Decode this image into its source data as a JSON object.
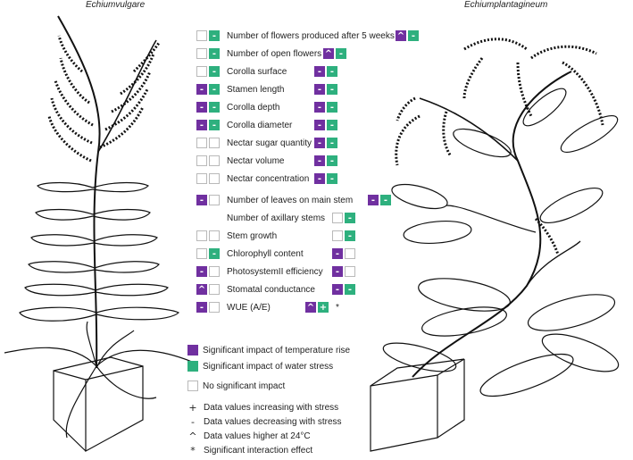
{
  "species": {
    "left": "Echiumvulgare",
    "right": "Echiumplantagineum"
  },
  "colors": {
    "temperature": "#7030a0",
    "water": "#2eb07e",
    "none": "#ffffff"
  },
  "traits": [
    {
      "label": "Number of flowers produced after 5 weeks",
      "left": [
        "",
        "w-"
      ],
      "right": [
        "t^",
        "w-"
      ]
    },
    {
      "label": "Number of open flowers",
      "left": [
        "",
        "w-"
      ],
      "right": [
        "t^",
        "w-"
      ]
    },
    {
      "label": "Corolla surface",
      "left": [
        "",
        "w-"
      ],
      "right": [
        "t-",
        "w-"
      ]
    },
    {
      "label": "Stamen length",
      "left": [
        "t-",
        "w-"
      ],
      "right": [
        "t-",
        "w-"
      ]
    },
    {
      "label": "Corolla depth",
      "left": [
        "t-",
        "w-"
      ],
      "right": [
        "t-",
        "w-"
      ]
    },
    {
      "label": "Corolla diameter",
      "left": [
        "t-",
        "w-"
      ],
      "right": [
        "t-",
        "w-"
      ]
    },
    {
      "label": "Nectar sugar quantity",
      "left": [
        "",
        ""
      ],
      "right": [
        "t-",
        "w-"
      ]
    },
    {
      "label": "Nectar volume",
      "left": [
        "",
        ""
      ],
      "right": [
        "t-",
        "w-"
      ]
    },
    {
      "label": "Nectar concentration",
      "left": [
        "",
        ""
      ],
      "right": [
        "t-",
        "w-"
      ]
    },
    {
      "label": "Number of leaves on main stem",
      "left": [
        "t-",
        ""
      ],
      "right": [
        "t-",
        "w-"
      ]
    },
    {
      "label": "Number of axillary stems",
      "left": null,
      "right": [
        "",
        "w-"
      ]
    },
    {
      "label": "Stem growth",
      "left": [
        "",
        ""
      ],
      "right": [
        "",
        "w-"
      ]
    },
    {
      "label": "Chlorophyll content",
      "left": [
        "",
        "w-"
      ],
      "right": [
        "t-",
        ""
      ]
    },
    {
      "label": "PhotosystemII efficiency",
      "left": [
        "t-",
        ""
      ],
      "right": [
        "t-",
        ""
      ]
    },
    {
      "label": "Stomatal conductance",
      "left": [
        "t^",
        ""
      ],
      "right": [
        "t-",
        "w-"
      ]
    },
    {
      "label": "WUE (A/E)",
      "left": [
        "t-",
        ""
      ],
      "right": [
        "t^",
        "w+"
      ],
      "note": "*"
    }
  ],
  "legend": {
    "temperature": "Significant impact of temperature rise",
    "water": "Significant impact of water stress",
    "none": "No significant impact",
    "symbols": [
      {
        "sym": "+",
        "text": "Data values increasing with stress"
      },
      {
        "sym": "-",
        "text": "Data values decreasing with stress"
      },
      {
        "sym": "^",
        "text": "Data values higher at 24°C"
      },
      {
        "sym": "*",
        "text": "Significant interaction effect"
      }
    ]
  }
}
